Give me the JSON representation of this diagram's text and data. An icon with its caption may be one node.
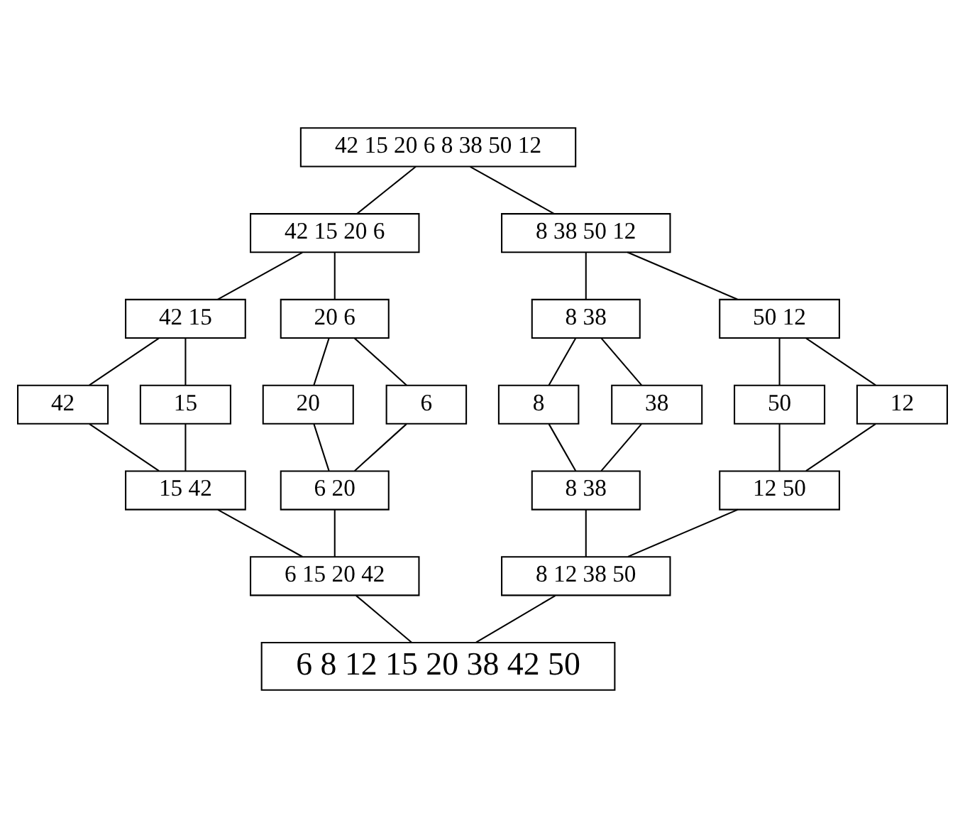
{
  "diagram": {
    "nodes": [
      {
        "text": [
          "42 15 20 6 8 38 50 12"
        ]
      },
      {
        "text": [
          "42 15 20 6"
        ]
      },
      {
        "text": [
          "8 38 50 12"
        ]
      },
      {
        "text": [
          "42 15"
        ]
      },
      {
        "text": [
          "20 6"
        ]
      },
      {
        "text": [
          "8 38"
        ]
      },
      {
        "text": [
          "50 12"
        ]
      },
      {
        "text": [
          "42"
        ]
      },
      {
        "text": [
          "15"
        ]
      },
      {
        "text": [
          "20"
        ]
      },
      {
        "text": [
          "6"
        ]
      },
      {
        "text": [
          "8"
        ]
      },
      {
        "text": [
          "38"
        ]
      },
      {
        "text": [
          "50"
        ]
      },
      {
        "text": [
          "12"
        ]
      },
      {
        "text": [
          "15 42"
        ]
      },
      {
        "text": [
          "6 20"
        ]
      },
      {
        "text": [
          "8 38"
        ]
      },
      {
        "text": [
          "12 50"
        ]
      },
      {
        "text": [
          "6 15 20 42"
        ]
      },
      {
        "text": [
          "8 12 38 50"
        ]
      },
      {
        "text": [
          "6 8 12 15 20 38 42 50"
        ]
      }
    ],
    "edges": [
      {
        "from": 0,
        "to": 1,
        "arrow": "none"
      },
      {
        "from": 0,
        "to": 2,
        "arrow": "none"
      },
      {
        "from": 1,
        "to": 3,
        "arrow": "none"
      },
      {
        "from": 1,
        "to": 4,
        "arrow": "none"
      },
      {
        "from": 2,
        "to": 5,
        "arrow": "none"
      },
      {
        "from": 2,
        "to": 6,
        "arrow": "none"
      },
      {
        "from": 3,
        "to": 7,
        "arrow": "none"
      },
      {
        "from": 3,
        "to": 8,
        "arrow": "none"
      },
      {
        "from": 4,
        "to": 9,
        "arrow": "none"
      },
      {
        "from": 4,
        "to": 10,
        "arrow": "none"
      },
      {
        "from": 5,
        "to": 11,
        "arrow": "none"
      },
      {
        "from": 5,
        "to": 12,
        "arrow": "none"
      },
      {
        "from": 6,
        "to": 13,
        "arrow": "none"
      },
      {
        "from": 6,
        "to": 14,
        "arrow": "none"
      },
      {
        "from": 7,
        "to": 15,
        "arrow": "none"
      },
      {
        "from": 8,
        "to": 15,
        "arrow": "none"
      },
      {
        "from": 9,
        "to": 16,
        "arrow": "none"
      },
      {
        "from": 10,
        "to": 16,
        "arrow": "none"
      },
      {
        "from": 11,
        "to": 17,
        "arrow": "none"
      },
      {
        "from": 12,
        "to": 17,
        "arrow": "none"
      },
      {
        "from": 13,
        "to": 18,
        "arrow": "none"
      },
      {
        "from": 14,
        "to": 18,
        "arrow": "none"
      },
      {
        "from": 15,
        "to": 19,
        "arrow": "none"
      },
      {
        "from": 16,
        "to": 19,
        "arrow": "none"
      },
      {
        "from": 17,
        "to": 20,
        "arrow": "none"
      },
      {
        "from": 18,
        "to": 20,
        "arrow": "none"
      },
      {
        "from": 19,
        "to": 21,
        "arrow": "none"
      },
      {
        "from": 20,
        "to": 21,
        "arrow": "none"
      }
    ]
  }
}
